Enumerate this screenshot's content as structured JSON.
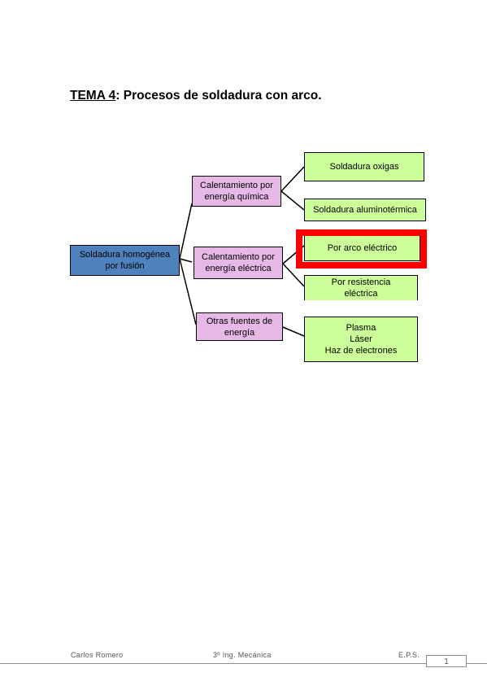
{
  "heading": {
    "number": "TEMA 4",
    "rest": ": Procesos de soldadura con arco."
  },
  "diagram": {
    "root": "Soldadura homogénea\npor fusión",
    "branches": [
      {
        "label": "Calentamiento por\nenergía química",
        "leaves": [
          "Soldadura oxigas",
          "Soldadura aluminotérmica"
        ]
      },
      {
        "label": "Calentamiento por\nenergía eléctrica",
        "leaves": [
          "Por arco eléctrico",
          "Por resistencia\neléctrica"
        ]
      },
      {
        "label": "Otras fuentes de\nenergía",
        "leaves": [
          "Plasma\nLáser\nHaz de electrones"
        ]
      }
    ],
    "highlight_color": "#ff0000"
  },
  "footer": {
    "author": "Carlos Romero",
    "course": "3º Ing. Mecánica",
    "school": "E.P.S.",
    "page": "1"
  }
}
